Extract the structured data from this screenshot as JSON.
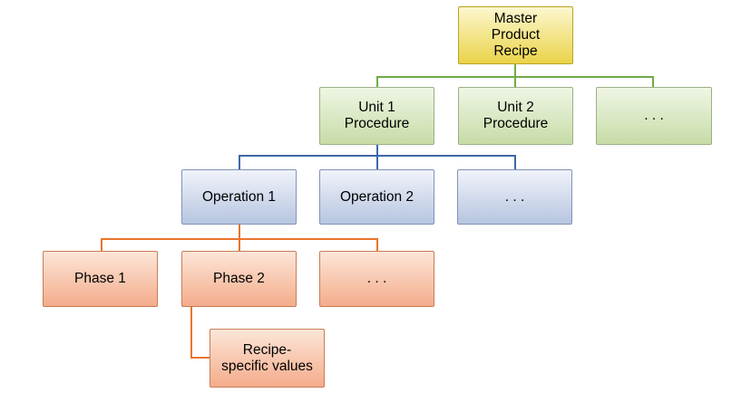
{
  "diagram": {
    "type": "hierarchy-tree",
    "background": "#FFFFFF",
    "nodes": {
      "master": {
        "label": "Master\nProduct\nRecipe",
        "level": "recipe"
      },
      "unit1": {
        "label": "Unit 1\nProcedure",
        "level": "unit"
      },
      "unit2": {
        "label": "Unit 2\nProcedure",
        "level": "unit"
      },
      "unit_more": {
        "label": ". . .",
        "level": "unit"
      },
      "operation1": {
        "label": "Operation 1",
        "level": "operation"
      },
      "operation2": {
        "label": "Operation 2",
        "level": "operation"
      },
      "operation_more": {
        "label": ". . .",
        "level": "operation"
      },
      "phase1": {
        "label": "Phase 1",
        "level": "phase"
      },
      "phase2": {
        "label": "Phase 2",
        "level": "phase"
      },
      "phase_more": {
        "label": ". . .",
        "level": "phase"
      },
      "recipe_values": {
        "label": "Recipe-\nspecific values",
        "level": "phase"
      }
    },
    "edges": [
      {
        "from": "master",
        "to": "unit1",
        "color": "#6FAC46"
      },
      {
        "from": "master",
        "to": "unit2",
        "color": "#6FAC46"
      },
      {
        "from": "master",
        "to": "unit_more",
        "color": "#6FAC46"
      },
      {
        "from": "unit1",
        "to": "operation1",
        "color": "#3E68A8"
      },
      {
        "from": "unit1",
        "to": "operation2",
        "color": "#3E68A8"
      },
      {
        "from": "unit1",
        "to": "operation_more",
        "color": "#3E68A8"
      },
      {
        "from": "operation1",
        "to": "phase1",
        "color": "#E8762C"
      },
      {
        "from": "operation1",
        "to": "phase2",
        "color": "#E8762C"
      },
      {
        "from": "operation1",
        "to": "phase_more",
        "color": "#E8762C"
      },
      {
        "from": "phase2",
        "to": "recipe_values",
        "color": "#E8762C"
      }
    ],
    "colors": {
      "recipe_fill_top": "#FCF7CF",
      "recipe_fill_bottom": "#EAD348",
      "recipe_border": "#B9A421",
      "unit_fill_top": "#EFF6E4",
      "unit_fill_bottom": "#C7DCA7",
      "unit_border": "#9CAF88",
      "operation_fill_top": "#F0F3FA",
      "operation_fill_bottom": "#B7C5E0",
      "operation_border": "#8193B9",
      "phase_fill_top": "#FCE6D8",
      "phase_fill_bottom": "#F4AC8B",
      "phase_border": "#C87C55",
      "connector_green": "#6FAC46",
      "connector_blue": "#3E68A8",
      "connector_orange": "#E8762C",
      "text": "#000000"
    }
  }
}
